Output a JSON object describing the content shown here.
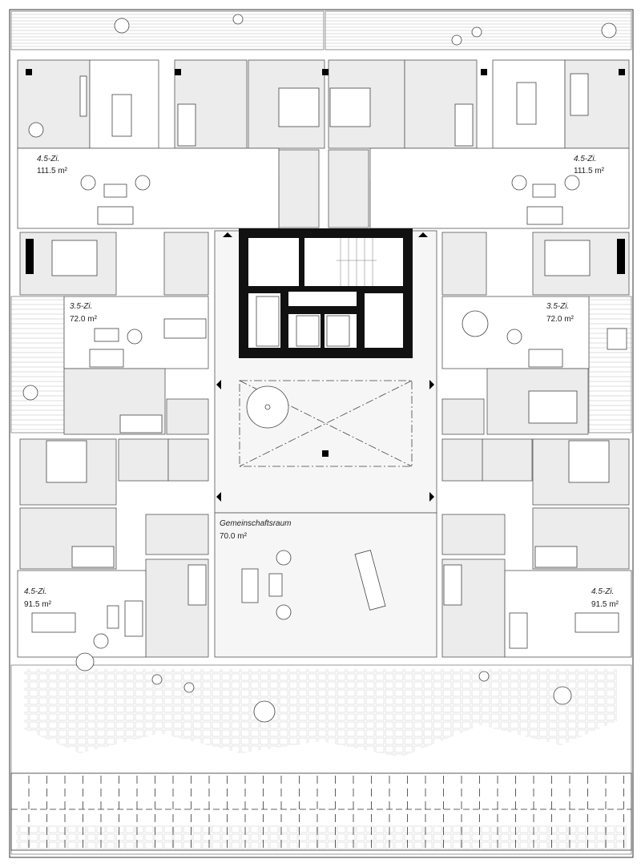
{
  "plan": {
    "apartments": [
      {
        "id": "top-left",
        "type": "4.5-Zi.",
        "area": "111.5 m²"
      },
      {
        "id": "top-right",
        "type": "4.5-Zi.",
        "area": "111.5 m²"
      },
      {
        "id": "mid-left",
        "type": "3.5-Zi.",
        "area": "72.0 m²"
      },
      {
        "id": "mid-right",
        "type": "3.5-Zi.",
        "area": "72.0 m²"
      },
      {
        "id": "bottom-left",
        "type": "4.5-Zi.",
        "area": "91.5 m²"
      },
      {
        "id": "bottom-right",
        "type": "4.5-Zi.",
        "area": "91.5 m²"
      }
    ],
    "common_room": {
      "name": "Gemeinschaftsraum",
      "area": "70.0 m²"
    }
  },
  "colors": {
    "room_fill": "#ececec",
    "wall": "#444444",
    "core": "#111111",
    "paving": "#d4d4d4"
  }
}
